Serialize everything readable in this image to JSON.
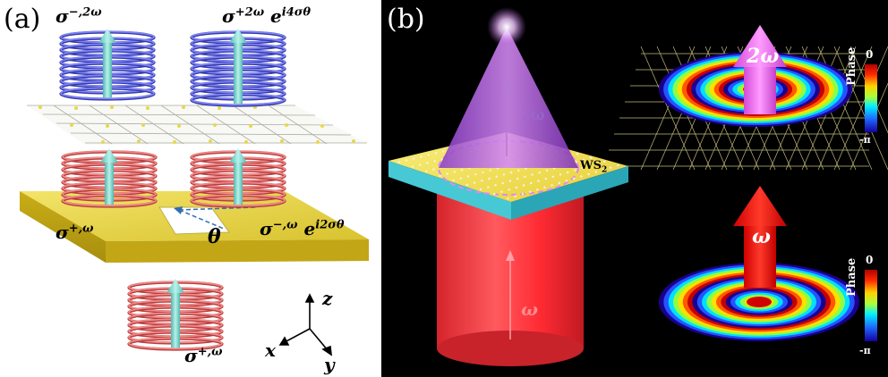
{
  "panel_a": {
    "label": "(a)",
    "top_left_mode": {
      "base": "σ",
      "sup": "−,2ω",
      "phase": ""
    },
    "top_right_mode": {
      "base": "σ",
      "sup": "+2ω",
      "phase_base": "e",
      "phase_sup": "i4σθ"
    },
    "mid_left_mode": {
      "base": "σ",
      "sup": "+,ω"
    },
    "mid_right_mode": {
      "base": "σ",
      "sup": "−,ω",
      "phase_base": "e",
      "phase_sup": "i2σθ"
    },
    "angle_label": "θ",
    "bottom_mode": {
      "base": "σ",
      "sup": "+,ω"
    },
    "axes": {
      "z": "z",
      "x": "x",
      "y": "y"
    }
  },
  "panel_b": {
    "label": "(b)",
    "cone_label": "2ω",
    "cylinder_label": "ω",
    "material_label": "WS",
    "material_sub": "2",
    "top_vortex_arrow_label": "2ω",
    "bottom_vortex_arrow_label": "ω",
    "colorbar_top": {
      "title": "Phase",
      "max": "0",
      "min": "-π"
    },
    "colorbar_bottom": {
      "title": "Phase",
      "max": "0",
      "min": "-π"
    }
  }
}
